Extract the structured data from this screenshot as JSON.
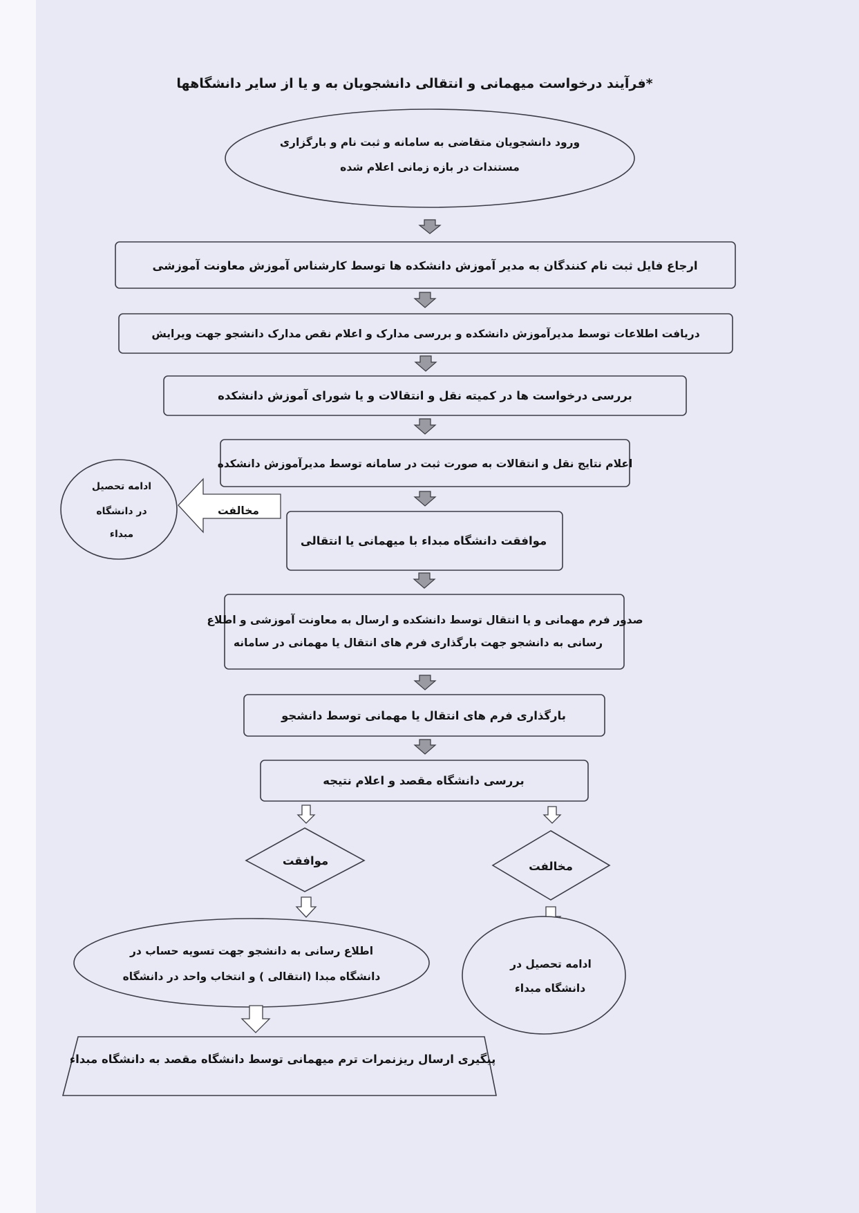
{
  "title": "*فرآیند درخواست میهمانی و انتقالی دانشجویان به و یا از سایر دانشگاهها",
  "steps": {
    "entry": [
      "ورود دانشجویان متقاضی به سامانه و ثبت نام  و بارگزاری",
      "مستندات در بازه زمانی اعلام شده"
    ],
    "refer": "ارجاع فایل ثبت نام کنندگان به مدیر آموزش دانشکده ها توسط کارشناس آموزش معاونت آموزشی",
    "receive": "دریافت اطلاعات توسط مدیرآموزش دانشکده و بررسی مدارک  و اعلام نقص مدارک دانشجو جهت  ویرایش",
    "review": "بررسی درخواست ها در کمیته نقل و انتقالات و یا شورای آموزش دانشکده",
    "announce": "اعلام نتایج نقل و انتقالات به صورت ثبت در سامانه توسط  مدیرآموزش دانشکده",
    "origin_approval": "موافقت دانشگاه مبداء  با میهمانی یا انتقالی",
    "issue_form": [
      "صدور فرم  مهمانی و یا انتقال توسط دانشکده و ارسال به معاونت آموزشی  و اطلاع",
      "رسانی به دانشجو جهت بارگذاری فرم های انتقال یا مهمانی در سامانه"
    ],
    "upload": "بارگذاری فرم های انتقال یا مهمانی  توسط دانشجو",
    "dest_review": "بررسی دانشگاه  مقصد و اعلام نتیجه",
    "notify_settlement": [
      "اطلاع رسانی به دانشجو جهت تسویه حساب در",
      "دانشگاه مبدا (انتقالی ) و انتخاب واحد در دانشگاه"
    ],
    "followup": "پیگیری ارسال ریزنمرات ترم میهمانی توسط دانشگاه مقصد به دانشگاه مبداء"
  },
  "decisions": {
    "approve": "موافقت",
    "reject": "مخالفت",
    "side_reject": "مخالفت"
  },
  "outcomes": {
    "continue_origin_left": [
      "ادامه تحصیل",
      "در دانشگاه",
      "مبداء"
    ],
    "continue_origin_right": [
      "ادامه تحصیل در",
      "دانشگاه مبداء"
    ]
  }
}
